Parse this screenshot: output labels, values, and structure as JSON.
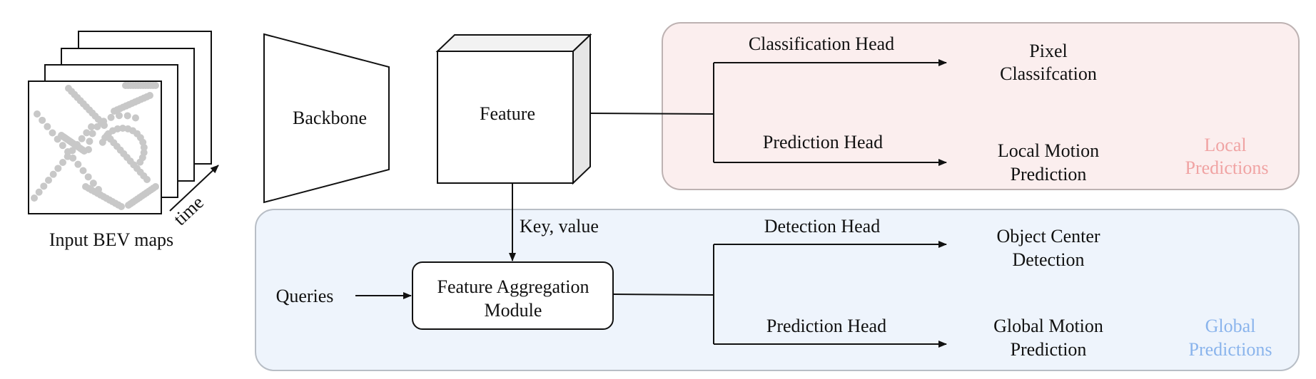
{
  "input": {
    "caption": "Input BEV maps",
    "time_label": "time"
  },
  "backbone": {
    "label": "Backbone"
  },
  "feature": {
    "label": "Feature"
  },
  "key_value_label": "Key, value",
  "queries_label": "Queries",
  "aggregation": {
    "line1": "Feature Aggregation",
    "line2": "Module"
  },
  "local_panel": {
    "fill": "#fbeeee",
    "border": "#bdb2b2",
    "title_color": "#f0a3a3",
    "title_line1": "Local",
    "title_line2": "Predictions",
    "branches": [
      {
        "head": "Classification Head",
        "output_line1": "Pixel",
        "output_line2": "Classifcation"
      },
      {
        "head": "Prediction Head",
        "output_line1": "Local Motion",
        "output_line2": "Prediction"
      }
    ]
  },
  "global_panel": {
    "fill": "#eef4fc",
    "border": "#b8bec6",
    "title_color": "#8ab4ec",
    "title_line1": "Global",
    "title_line2": "Predictions",
    "branches": [
      {
        "head": "Detection Head",
        "output_line1": "Object Center",
        "output_line2": "Detection"
      },
      {
        "head": "Prediction Head",
        "output_line1": "Global Motion",
        "output_line2": "Prediction"
      }
    ]
  },
  "colors": {
    "line": "#111111",
    "bev_points": "#c8c8c8",
    "cube_side": "#e6e6e6",
    "cube_top": "#f2f2f2"
  }
}
